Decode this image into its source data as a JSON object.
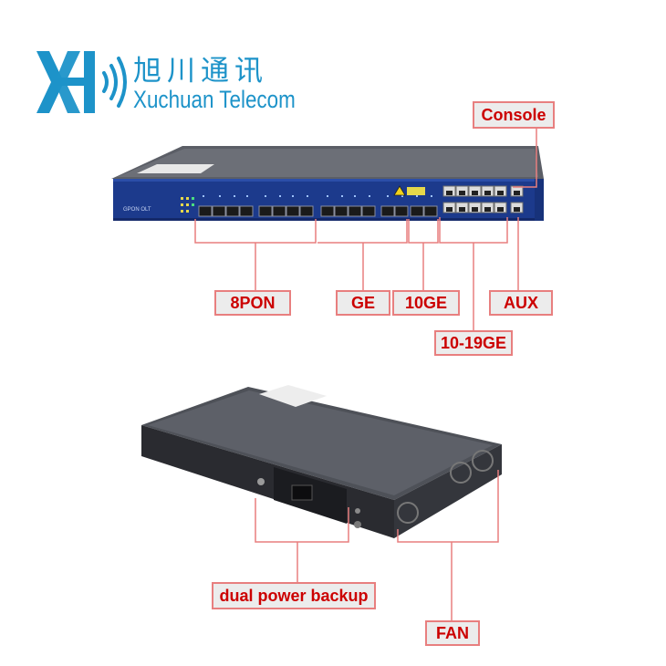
{
  "logo": {
    "chinese_name": "旭川通讯",
    "english_name": "Xuchuan Telecom"
  },
  "device_front": {
    "model_label": "GPON OLT"
  },
  "callouts": {
    "console": "Console",
    "pon": "8PON",
    "ge": "GE",
    "ten_ge": "10GE",
    "aux": "AUX",
    "ten_nineteen_ge": "10-19GE",
    "power": "dual power backup",
    "fan": "FAN"
  },
  "colors": {
    "brand_blue": "#1d93c9",
    "callout_text": "#cc0000",
    "callout_border": "#e87f7f",
    "callout_fill": "#ececec",
    "front_panel": "#1c3a8c"
  }
}
